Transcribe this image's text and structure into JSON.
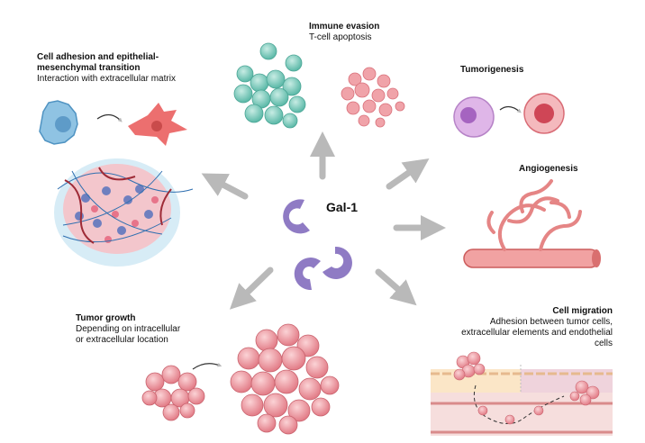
{
  "center": {
    "label": "Gal-1"
  },
  "sections": {
    "adhesion": {
      "title_line1": "Cell adhesion and epithelial-",
      "title_line2": "mesenchymal transition",
      "subtitle": "Interaction with extracellular matrix"
    },
    "immune": {
      "title": "Immune evasion",
      "subtitle": "T-cell apoptosis"
    },
    "tumorigenesis": {
      "title": "Tumorigenesis"
    },
    "angiogenesis": {
      "title": "Angiogenesis"
    },
    "growth": {
      "title": "Tumor growth",
      "subtitle_line1": "Depending on intracellular",
      "subtitle_line2": "or extracellular location"
    },
    "migration": {
      "title": "Cell migration",
      "subtitle_line1": "Adhesion between tumor cells,",
      "subtitle_line2": "extracellular elements and endothelial",
      "subtitle_line3": "cells"
    }
  },
  "colors": {
    "gal1": "#8f7bc4",
    "arrow": "#b9b9b9",
    "tumor": "#e98a93",
    "tcell": "#6cc5b5",
    "fibro": "#e86a6a",
    "vessel": "#e58585"
  },
  "icons": [
    "arrow-icon",
    "cell-icon",
    "tcell-cluster-icon",
    "tumor-cluster-icon",
    "blood-vessel-icon"
  ]
}
